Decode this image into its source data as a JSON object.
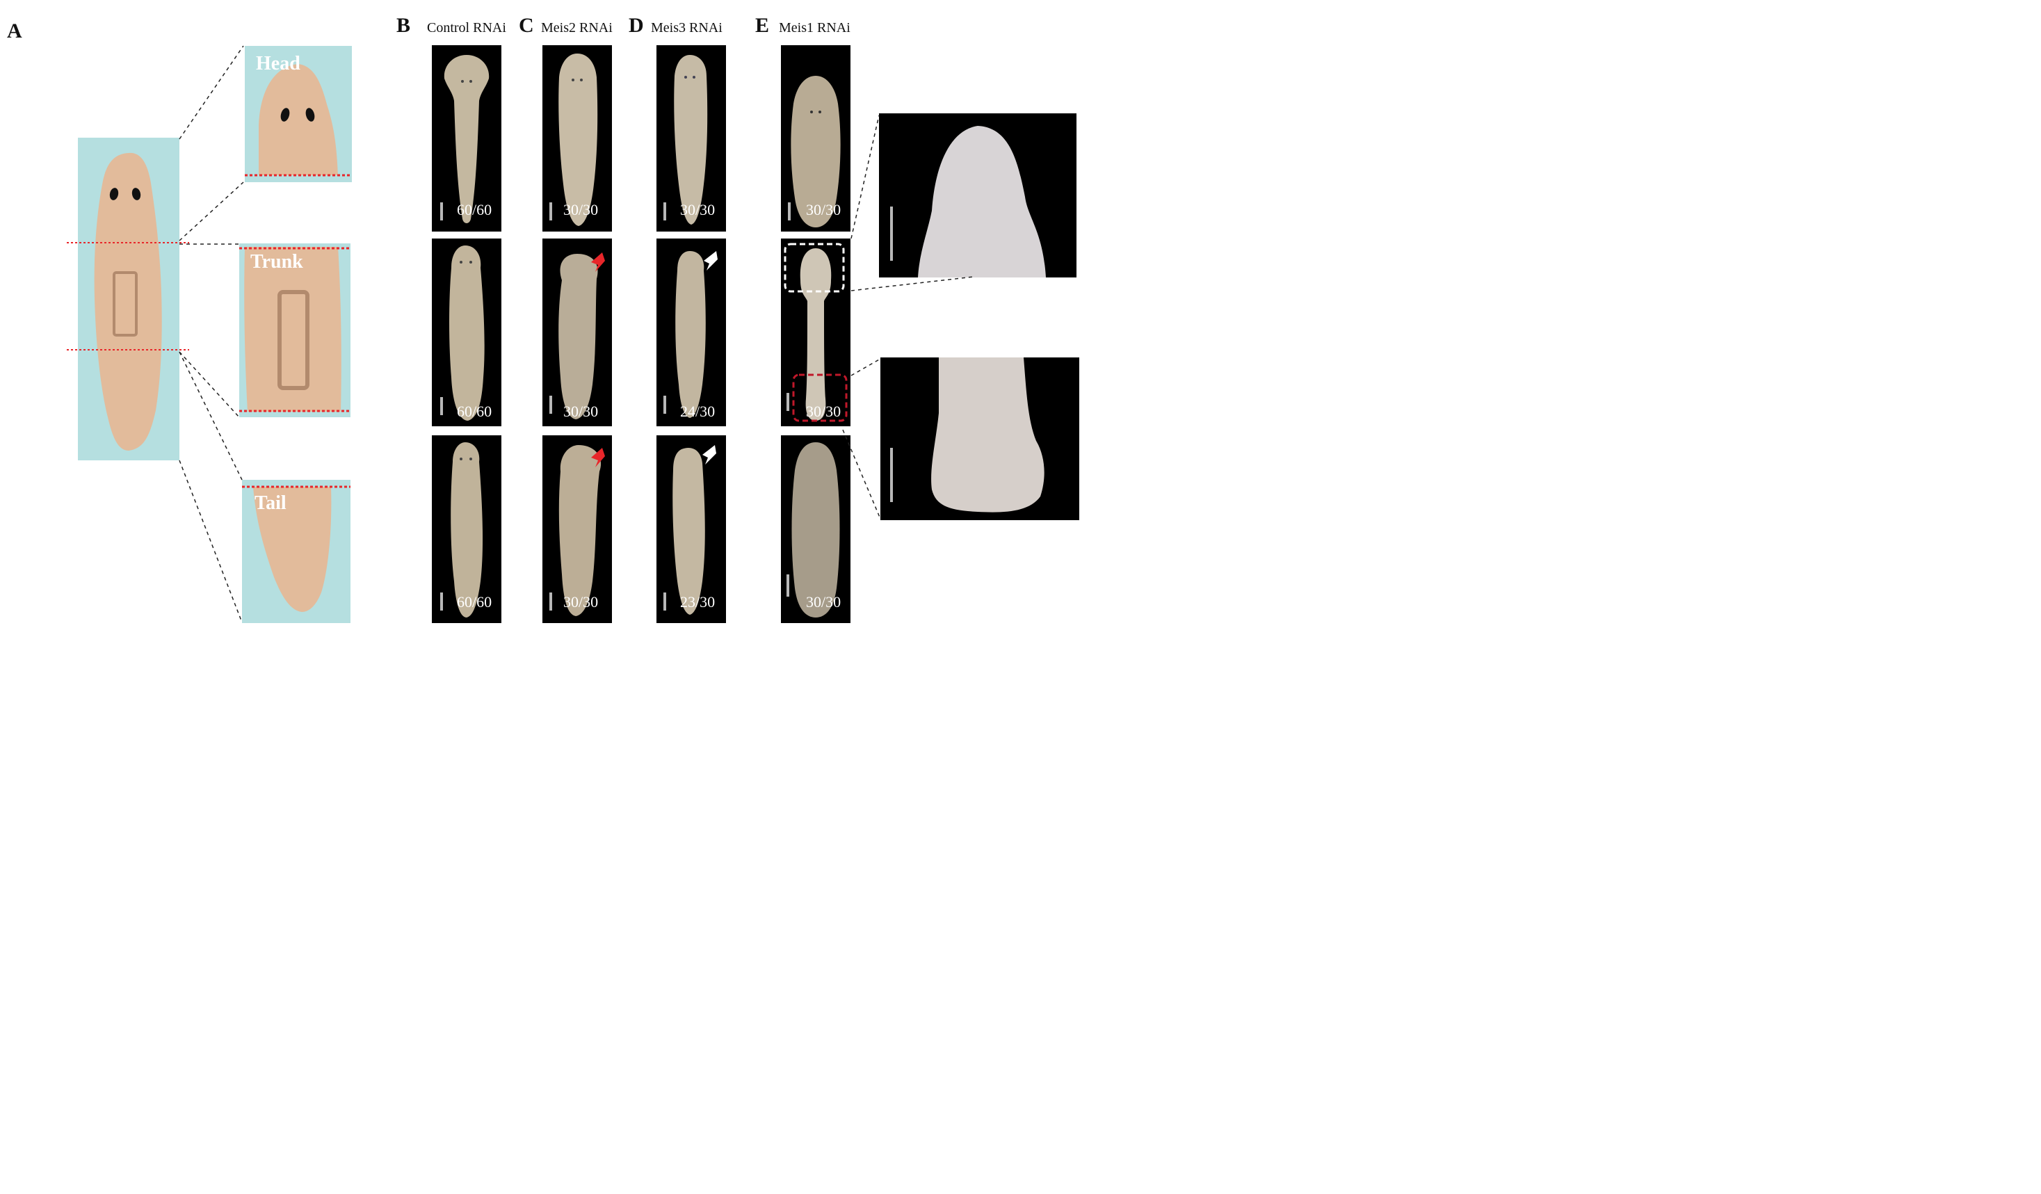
{
  "panels": {
    "a": {
      "letter": "A",
      "regions": {
        "head": "Head",
        "trunk": "Trunk",
        "tail": "Tail"
      }
    },
    "b": {
      "letter": "B",
      "title": "Control RNAi",
      "counts": [
        "60/60",
        "60/60",
        "60/60"
      ]
    },
    "c": {
      "letter": "C",
      "title": "Meis2 RNAi",
      "counts": [
        "30/30",
        "30/30",
        "30/30"
      ]
    },
    "d": {
      "letter": "D",
      "title": "Meis3 RNAi",
      "counts": [
        "30/30",
        "24/30",
        "23/30"
      ]
    },
    "e": {
      "letter": "E",
      "title": "Meis1 RNAi",
      "counts": [
        "30/30",
        "30/30",
        "30/30"
      ]
    }
  },
  "colors": {
    "body_fill": "#e2bb9b",
    "background_box": "#b5dfe0",
    "cut_line": "#e8262a",
    "arrow_red": "#e8262a",
    "arrow_white": "#ffffff",
    "photo_bg": "#000000",
    "worm_fill": "#c8bba6"
  }
}
